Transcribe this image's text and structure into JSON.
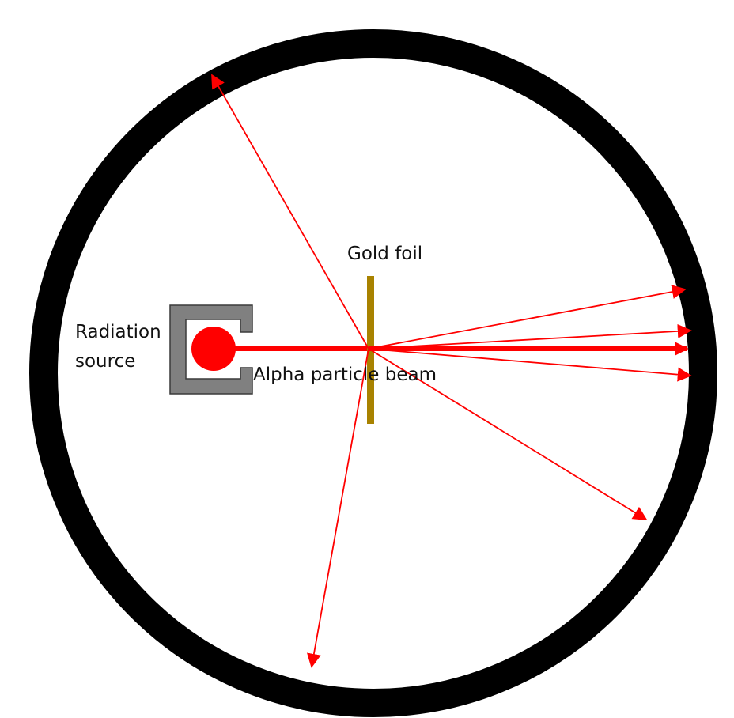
{
  "labels": {
    "gold_foil": "Gold foil",
    "radiation_source_line1": "Radiation",
    "radiation_source_line2": "source",
    "alpha_beam": "Alpha particle beam"
  },
  "colors": {
    "chamber_ring": "#000000",
    "beam": "#ff0000",
    "foil": "#a88200",
    "source_housing": "#808080",
    "source_housing_outline": "#3a3a3a",
    "source": "#ff0000",
    "background": "#ffffff"
  }
}
